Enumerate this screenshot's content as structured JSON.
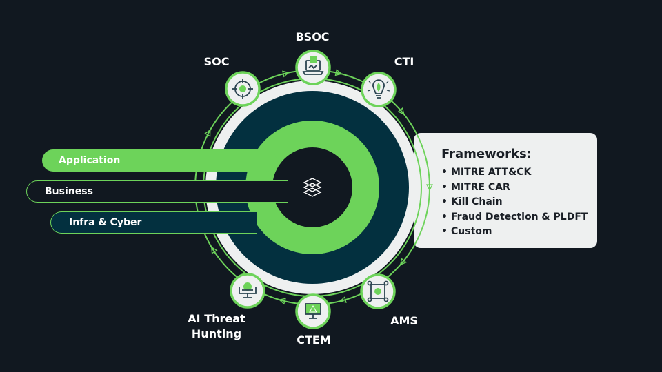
{
  "colors": {
    "background": "#111820",
    "accent_green": "#6dd35a",
    "navy": "#03303f",
    "light_ring": "#eef0f0",
    "white": "#ffffff"
  },
  "center": {
    "icon": "layers-icon"
  },
  "nodes": [
    {
      "id": "soc",
      "label": "SOC",
      "icon": "target-icon"
    },
    {
      "id": "bsoc",
      "label": "BSOC",
      "icon": "laptop-dashboard-icon"
    },
    {
      "id": "cti",
      "label": "CTI",
      "icon": "lightbulb-leaf-icon"
    },
    {
      "id": "ams",
      "label": "AMS",
      "icon": "chip-gear-icon"
    },
    {
      "id": "ctem",
      "label": "CTEM",
      "icon": "monitor-alert-icon"
    },
    {
      "id": "ai-threat-hunting",
      "label": "AI Threat Hunting",
      "label_lines": [
        "AI Threat",
        "Hunting"
      ],
      "icon": "monitor-ai-icon"
    }
  ],
  "layers": [
    {
      "label": "Application",
      "style": "green"
    },
    {
      "label": "Business",
      "style": "dark"
    },
    {
      "label": "Infra & Cyber",
      "style": "navy"
    }
  ],
  "frameworks": {
    "title": "Frameworks:",
    "items": [
      "MITRE ATT&CK",
      "MITRE CAR",
      "Kill Chain",
      "Fraud Detection & PLDFT",
      "Custom"
    ]
  }
}
